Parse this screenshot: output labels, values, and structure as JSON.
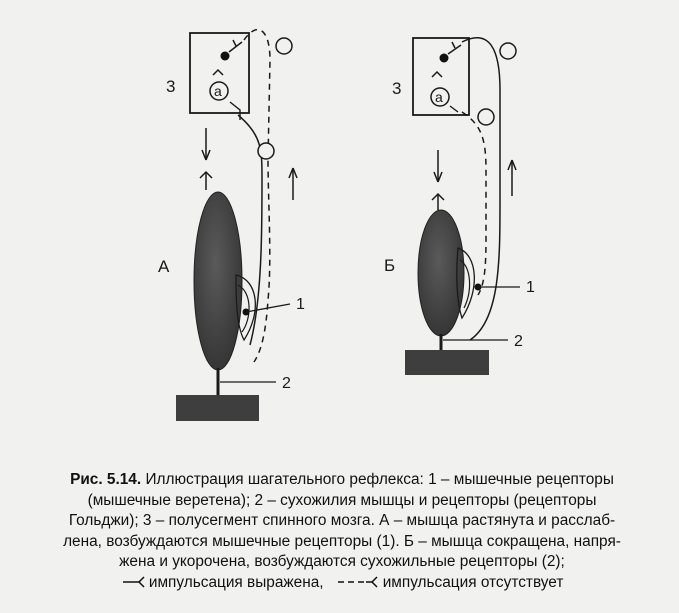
{
  "figure": {
    "panel_a": {
      "label": "А",
      "segment_number": "3",
      "receptor_letter": "a",
      "callout_1": "1",
      "callout_2": "2"
    },
    "panel_b": {
      "label": "Б",
      "segment_number": "3",
      "receptor_letter": "a",
      "callout_1": "1",
      "callout_2": "2"
    }
  },
  "caption": {
    "figure_label": "Рис. 5.14.",
    "line1": "Иллюстрация шагательного рефлекса: 1 – мышечные рецепторы",
    "line2": "(мышечные веретена); 2 – сухожилия мышцы и рецепторы (рецепторы",
    "line3": "Гольджи); 3 – полусегмент спинного мозга. А – мышца растянута и расслаб-",
    "line4": "лена, возбуждаются мышечные рецепторы (1). Б – мышца сокращена, напря-",
    "line5": "жена и укорочена, возбуждаются сухожильные рецепторы (2);",
    "legend_expressed": "импульсация выражена,",
    "legend_absent": "импульсация отсутствует"
  },
  "colors": {
    "ink": "#1a1a1a",
    "muscle": "#4a4a4a",
    "base": "#3e3e3e",
    "page": "#f1f1ef"
  }
}
